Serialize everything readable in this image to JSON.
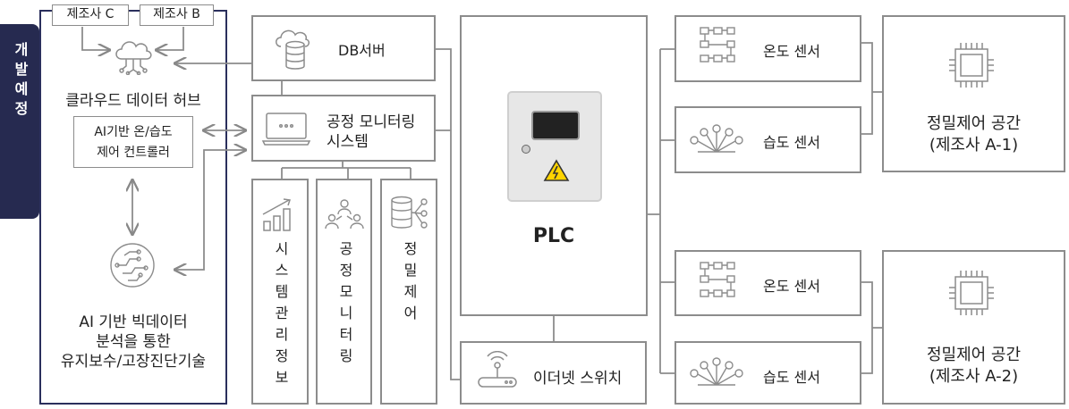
{
  "side_tab": "개발예정",
  "manufacturers": {
    "c": "제조사 C",
    "b": "제조사 B"
  },
  "cloud_hub": {
    "label": "클라우드 데이터 허브"
  },
  "ai_controller": {
    "line1": "AI기반 온/습도",
    "line2": "제어 컨트롤러"
  },
  "bigdata": {
    "line1": "AI 기반 빅데이터",
    "line2": "분석을 통한",
    "line3": "유지보수/고장진단기술"
  },
  "db_server": {
    "label": "DB서버"
  },
  "monitoring": {
    "line1": "공정 모니터링",
    "line2": "시스템"
  },
  "columns": {
    "sysinfo": "시스템관리정보",
    "process": "공정모니터링",
    "precision": "정밀제어"
  },
  "plc": {
    "label": "PLC"
  },
  "ethernet": {
    "label": "이더넷 스위치"
  },
  "sensors": {
    "temp1": "온도 센서",
    "hum1": "습도 센서",
    "temp2": "온도 센서",
    "hum2": "습도 센서"
  },
  "spaces": {
    "a1": {
      "line1": "정밀제어 공간",
      "line2": "(제조사 A-1)"
    },
    "a2": {
      "line1": "정밀제어 공간",
      "line2": "(제조사 A-2)"
    }
  },
  "colors": {
    "tab": "#262a50",
    "border": "#8c8c8c",
    "frame": "#2a2f5c"
  }
}
